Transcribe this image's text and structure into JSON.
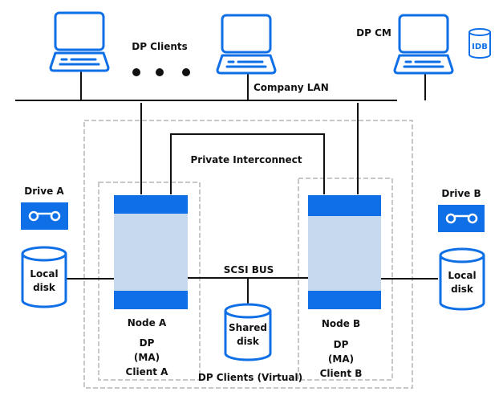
{
  "colors": {
    "accent": "#0f6fe6",
    "node_fill": "#c7d9ef",
    "line": "#111111",
    "dashed": "#c8c8c8"
  },
  "network": {
    "lan_label": "Company LAN",
    "interconnect_label": "Private Interconnect",
    "scsi_label": "SCSI BUS"
  },
  "clients": {
    "label": "DP Clients",
    "ellipsis": "• • •"
  },
  "cm": {
    "label": "DP CM",
    "idb_label": "IDB"
  },
  "drives": {
    "a": "Drive A",
    "b": "Drive B"
  },
  "disks": {
    "local_a": [
      "Local",
      "disk"
    ],
    "local_b": [
      "Local",
      "disk"
    ],
    "shared": [
      "Shared",
      "disk"
    ]
  },
  "nodes": {
    "a": {
      "name": "Node A",
      "lines": [
        "DP",
        "(MA)",
        "Client A"
      ]
    },
    "b": {
      "name": "Node B",
      "lines": [
        "DP",
        "(MA)",
        "Client B"
      ]
    }
  },
  "cluster_label": "DP Clients (Virtual)"
}
